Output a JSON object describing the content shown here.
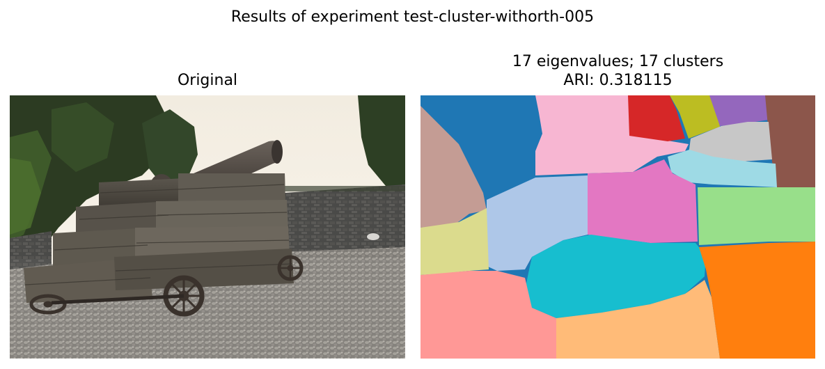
{
  "figure": {
    "suptitle": "Results of experiment test-cluster-withorth-005"
  },
  "left_panel": {
    "title": "Original"
  },
  "right_panel": {
    "title_line1": "17 eigenvalues; 17 clusters",
    "title_line2": "ARI: 0.318115"
  },
  "colors": {
    "blue": "#1f77b4",
    "orange": "#ff7f0e",
    "green_light": "#98df8a",
    "red": "#d62728",
    "purple": "#9467bd",
    "brown": "#8c564b",
    "brown_light": "#c49c94",
    "pink": "#e377c2",
    "pink_light": "#f7b6d2",
    "gray_light": "#c7c7c7",
    "olive": "#bcbd22",
    "olive_light": "#dbdb8d",
    "cyan": "#17becf",
    "cyan_light": "#9edae5",
    "blue_light": "#aec7e8",
    "orange_light": "#ffbb78",
    "red_light": "#ff9896"
  }
}
